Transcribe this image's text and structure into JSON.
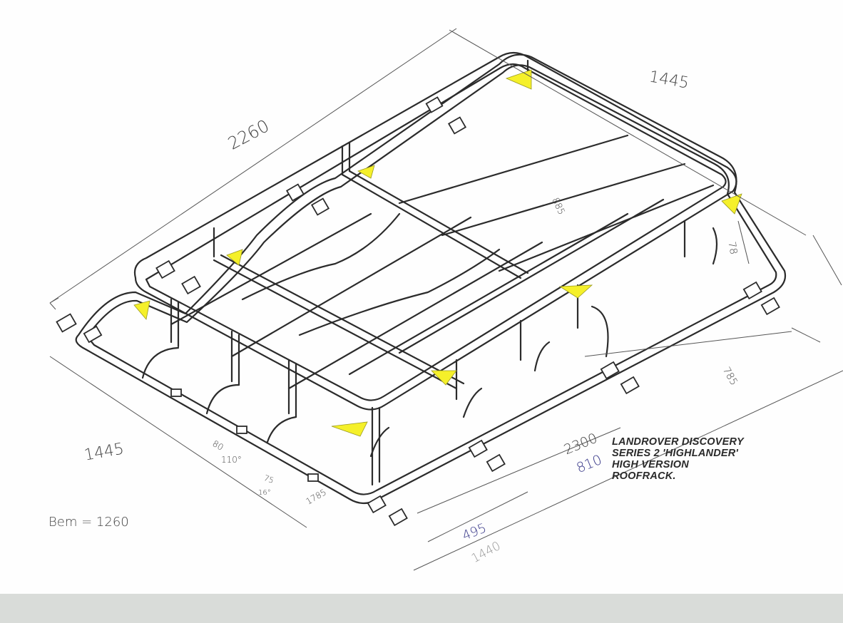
{
  "title": {
    "lines": [
      "LANDROVER DISCOVERY",
      "SERIES 2 'HIGHLANDER'",
      "HIGH VERSION",
      "ROOFRACK."
    ]
  },
  "dimensions": {
    "overall_length": "2260",
    "overall_width_top": "1445",
    "overall_width_left": "1445",
    "inner_crossbar": "885",
    "rail_height": "78",
    "side_section": "785",
    "base_length": "2300",
    "base_length_alt": "810",
    "segment": "495",
    "segment_total": "1440",
    "corner": "1785",
    "height_80": "80",
    "angle_110": "110°",
    "offset_75": "75",
    "angle_16": "16°",
    "bem_note": "Bem = 1260"
  },
  "colors": {
    "ink": "#2b2b2b",
    "gusset": "#f5f02a",
    "pencil": "#555555",
    "blue_ink": "#3a3a8a"
  }
}
